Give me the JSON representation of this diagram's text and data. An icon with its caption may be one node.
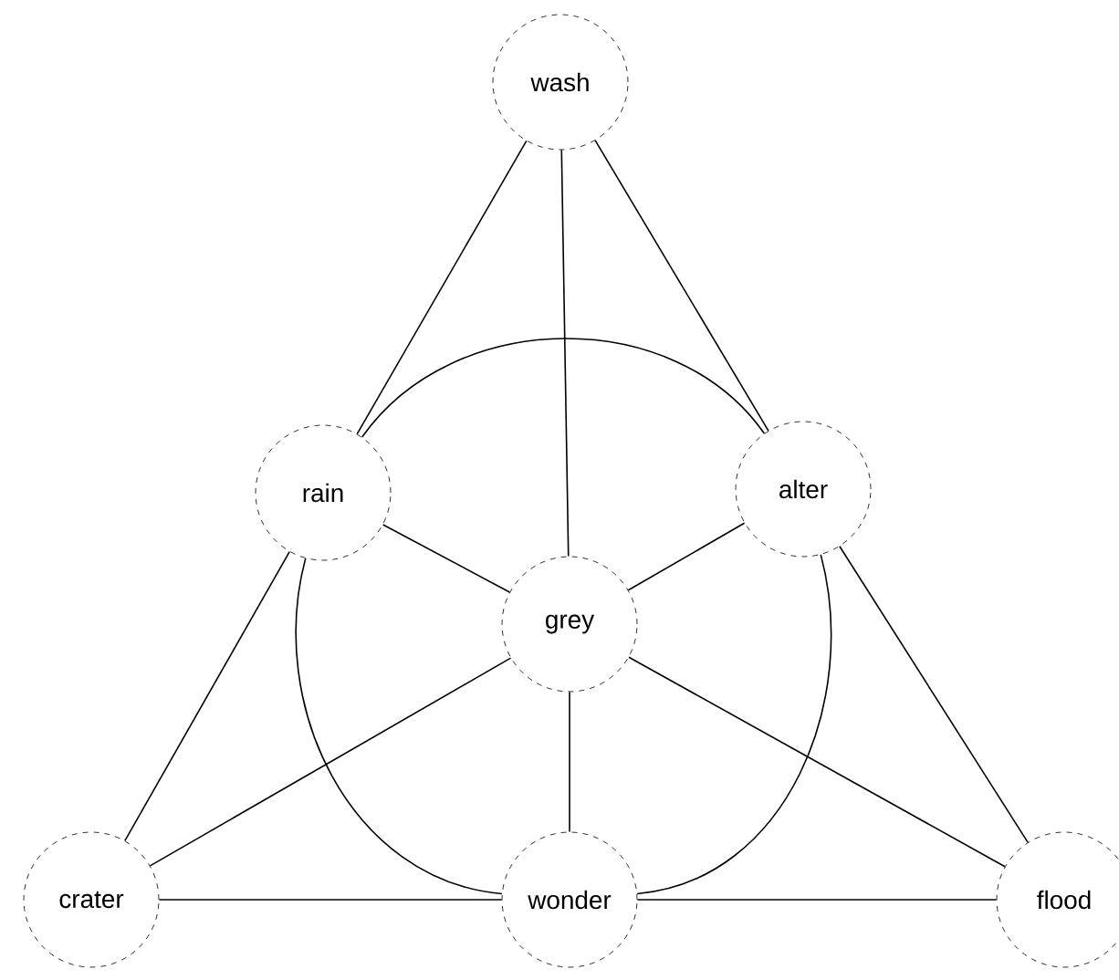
{
  "diagram": {
    "nodes": [
      {
        "text": [
          "wash"
        ]
      },
      {
        "text": [
          "rain"
        ]
      },
      {
        "text": [
          "alter"
        ]
      },
      {
        "text": [
          "grey"
        ]
      },
      {
        "text": [
          "crater"
        ]
      },
      {
        "text": [
          "wonder"
        ]
      },
      {
        "text": [
          "flood"
        ]
      }
    ],
    "edges": [
      {
        "from": 0,
        "to": 1,
        "arrow": "none"
      },
      {
        "from": 1,
        "to": 4,
        "arrow": "none"
      },
      {
        "from": 0,
        "to": 2,
        "arrow": "none"
      },
      {
        "from": 2,
        "to": 6,
        "arrow": "none"
      },
      {
        "from": 4,
        "to": 5,
        "arrow": "none"
      },
      {
        "from": 5,
        "to": 6,
        "arrow": "none"
      },
      {
        "from": 0,
        "to": 3,
        "arrow": "none"
      },
      {
        "from": 3,
        "to": 5,
        "arrow": "none"
      },
      {
        "from": 1,
        "to": 3,
        "arrow": "none"
      },
      {
        "from": 3,
        "to": 6,
        "arrow": "none"
      },
      {
        "from": 2,
        "to": 3,
        "arrow": "none"
      },
      {
        "from": 3,
        "to": 4,
        "arrow": "none"
      },
      {
        "from": 1,
        "to": 2,
        "arrow": "none"
      },
      {
        "from": 2,
        "to": 5,
        "arrow": "none"
      },
      {
        "from": 5,
        "to": 1,
        "arrow": "none"
      }
    ]
  }
}
